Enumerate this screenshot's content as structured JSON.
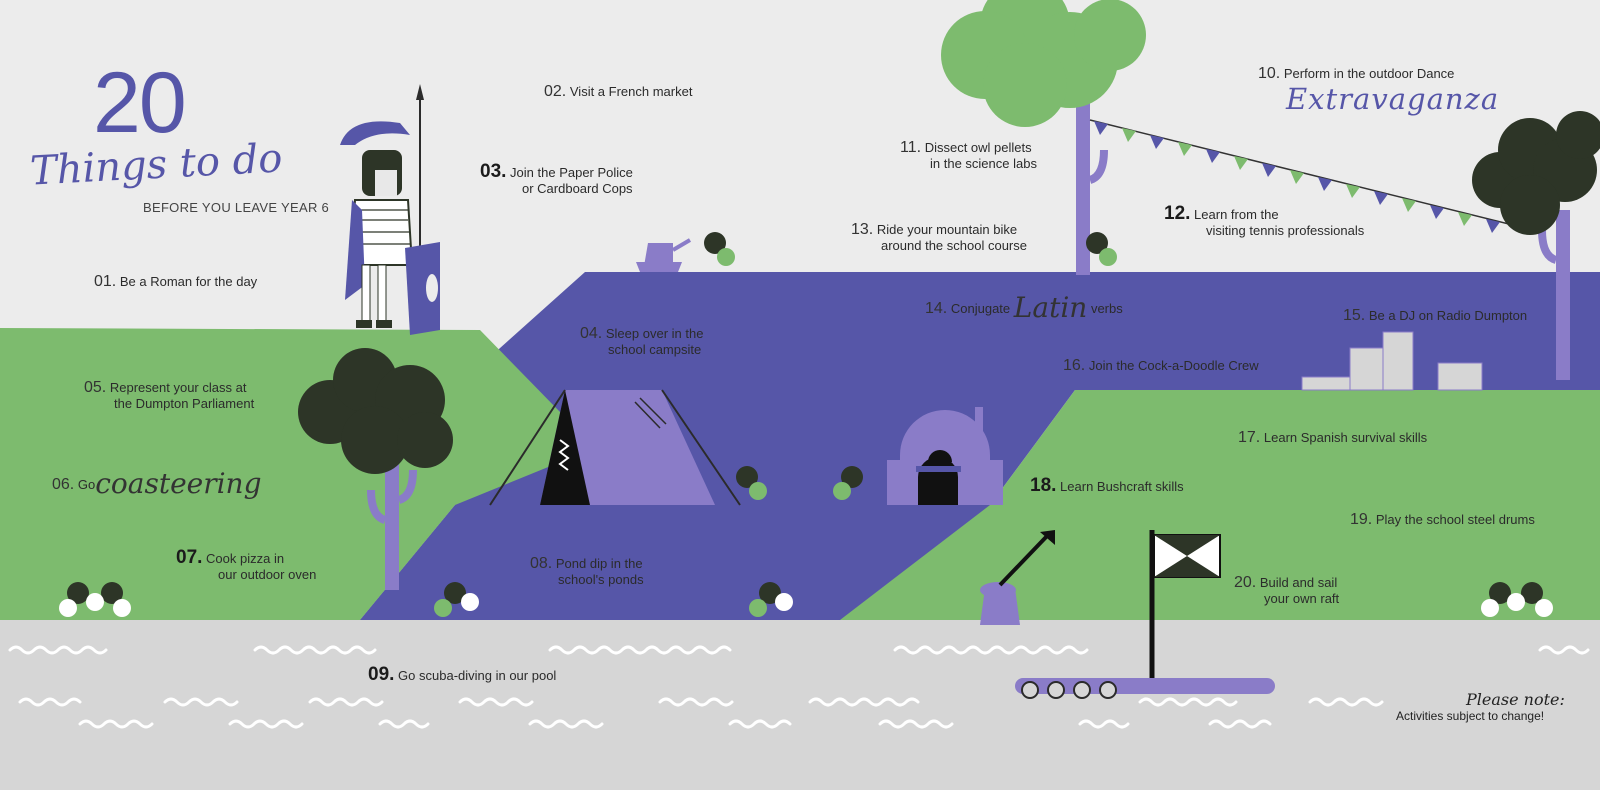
{
  "heading": {
    "number": "20",
    "script_text": "Things to do",
    "subtitle": "BEFORE YOU LEAVE YEAR 6"
  },
  "colors": {
    "purple": "#5656a8",
    "light_purple": "#8a7cc8",
    "green": "#7dbb6e",
    "dark_tree": "#2d3527",
    "water": "#d6d6d6",
    "sky": "#ececec"
  },
  "activities": [
    {
      "num": "01.",
      "text": "Be a Roman for the day"
    },
    {
      "num": "02.",
      "text": "Visit a French market"
    },
    {
      "num": "03.",
      "text": "Join the Paper Police",
      "text2": "or Cardboard Cops"
    },
    {
      "num": "04.",
      "text": "Sleep over in the",
      "text2": "school campsite"
    },
    {
      "num": "05.",
      "text": "Represent your class at",
      "text2": "the Dumpton Parliament"
    },
    {
      "num": "06.",
      "text": "Go",
      "script": "coasteering"
    },
    {
      "num": "07.",
      "text": "Cook pizza in",
      "text2": "our outdoor oven"
    },
    {
      "num": "08.",
      "text": "Pond dip in the",
      "text2": "school's ponds"
    },
    {
      "num": "09.",
      "text": "Go scuba-diving in our pool"
    },
    {
      "num": "10.",
      "text": "Perform in the outdoor Dance",
      "script": "Extravaganza"
    },
    {
      "num": "11.",
      "text": "Dissect owl pellets",
      "text2": "in the science labs"
    },
    {
      "num": "12.",
      "text": "Learn from the",
      "text2": "visiting tennis professionals"
    },
    {
      "num": "13.",
      "text": "Ride your mountain bike",
      "text2": "around the school course"
    },
    {
      "num": "14.",
      "text": "Conjugate",
      "script": "Latin",
      "text_after": "verbs"
    },
    {
      "num": "15.",
      "text": "Be a DJ on Radio Dumpton"
    },
    {
      "num": "16.",
      "text": "Join the Cock-a-Doodle Crew"
    },
    {
      "num": "17.",
      "text": "Learn Spanish survival skills"
    },
    {
      "num": "18.",
      "text": "Learn Bushcraft skills"
    },
    {
      "num": "19.",
      "text": "Play the school steel drums"
    },
    {
      "num": "20.",
      "text": "Build and sail",
      "text2": "your own raft"
    }
  ],
  "note": {
    "title": "Please note:",
    "body": "Activities subject to change!"
  }
}
